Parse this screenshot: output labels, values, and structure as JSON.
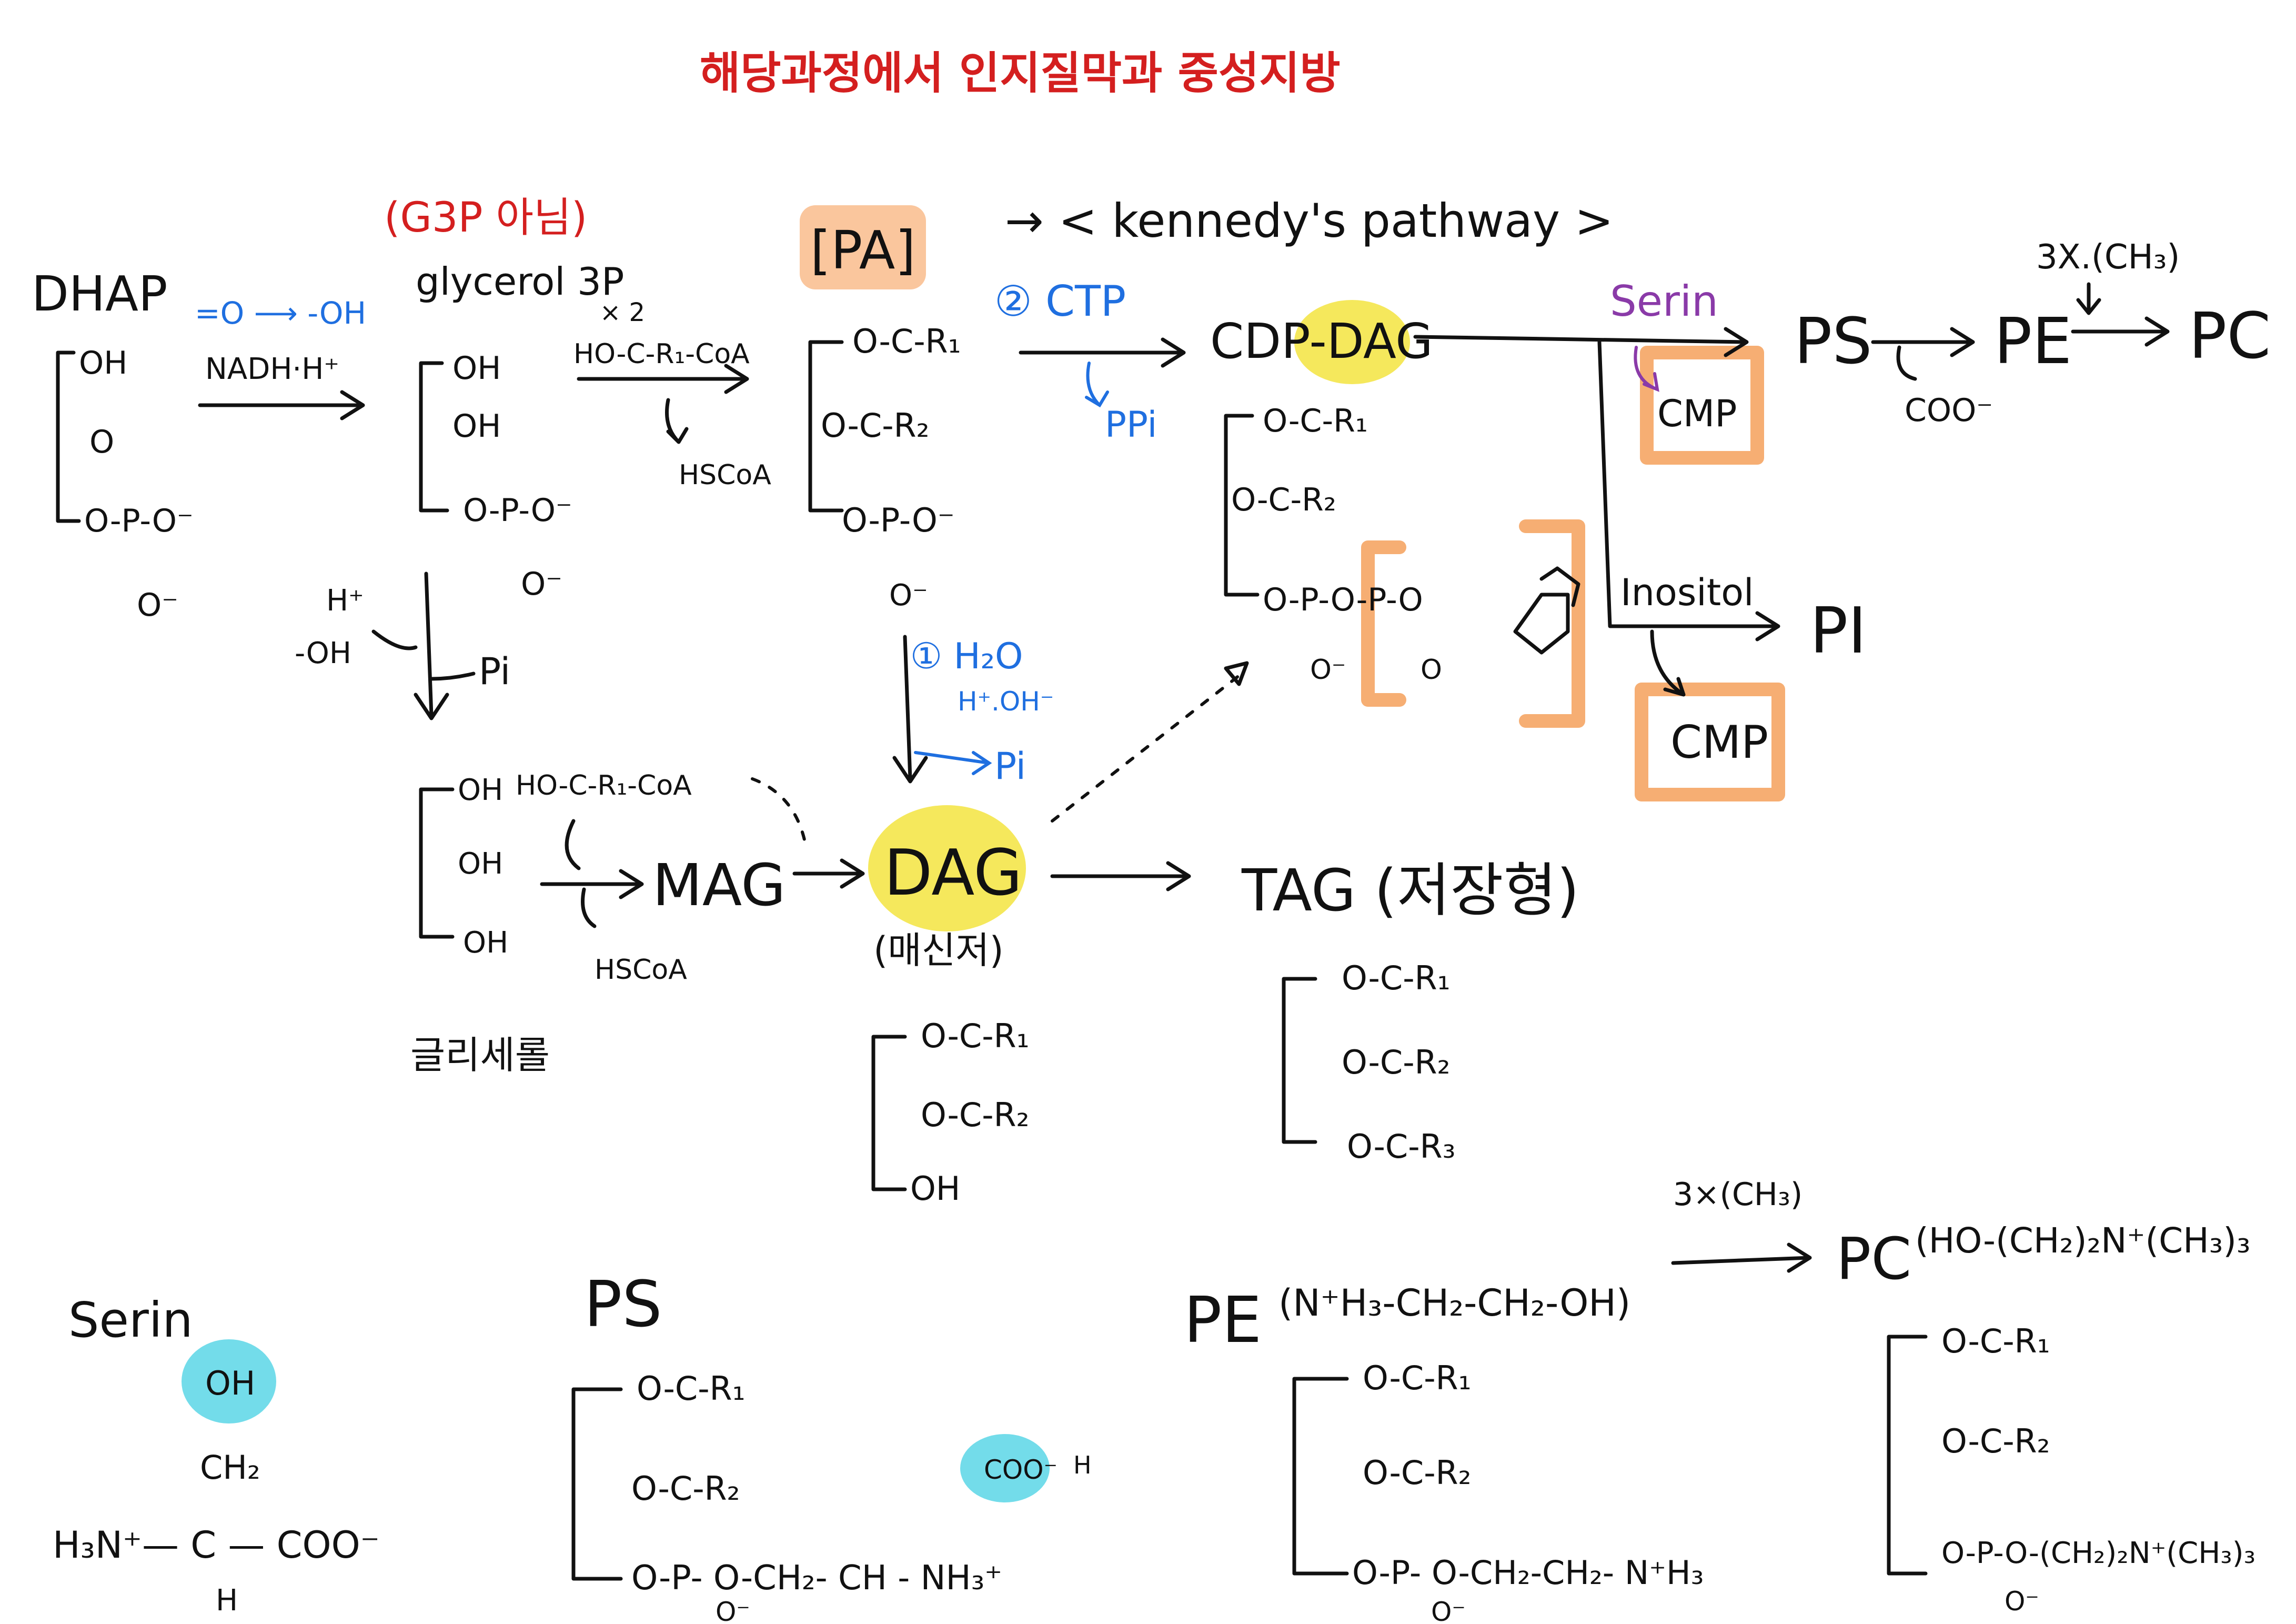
{
  "title": "해당과정에서 인지질막과 중성지방",
  "colors": {
    "title": "#d41f1f",
    "blue": "#1f6fe0",
    "purple": "#8a3aa8",
    "orange_highlight": "#f5a05a",
    "yellow_highlight": "#f4e64a",
    "cyan_highlight": "#5ad6e6"
  },
  "top": {
    "dhap": "DHAP",
    "dhap_oh": "OH",
    "dhap_o": "O",
    "dhap_p": "O-P-O⁻",
    "dhap_po": "O⁻",
    "step1_top": "=O ⟶ -OH",
    "step1_bottom": "NADH·H⁺",
    "g3p_note": "(G3P 아님)",
    "glycerol": "glycerol 3P",
    "g3p_oh1": "OH",
    "g3p_oh2": "OH",
    "g3p_p": "O-P-O⁻",
    "g3p_po": "O⁻",
    "acyl_top": "× 2",
    "acyl_reagent": "HO-C-R₁-CoA",
    "acyl_out": "HSCoA",
    "pa": "[PA]",
    "pa_r1": "O-C-R₁",
    "pa_r2": "O-C-R₂",
    "pa_p": "O-P-O⁻",
    "pa_po": "O⁻",
    "kennedy": "→ < kennedy's pathway >",
    "ctp": "② CTP",
    "ppi": "PPi",
    "cdp_dag": "CDP-DAG",
    "cdp_r1": "O-C-R₁",
    "cdp_r2": "O-C-R₂",
    "cdp_p": "O-P-O-P-O",
    "cdp_po1": "O⁻",
    "cdp_po2": "O",
    "serin_label": "Serin",
    "cmp1": "CMP",
    "ps": "PS",
    "coo": "COO⁻",
    "pe": "PE",
    "methyl": "3X.(CH₃)",
    "pc": "PC",
    "inositol": "Inositol",
    "pi": "PI",
    "cmp2": "CMP",
    "h_plus": "H⁺",
    "minus_oh": "-OH",
    "pi_left": "Pi",
    "h2o": "① H₂O",
    "h_oh": "H⁺.OH⁻",
    "pi_blue": "Pi"
  },
  "middle": {
    "mag_oh1": "OH",
    "mag_oh2": "OH",
    "mag_oh3": "OH",
    "mag_reagent": "HO-C-R₁-CoA",
    "hscoa": "HSCoA",
    "mag": "MAG",
    "glycerol_kr": "글리세롤",
    "dag": "DAG",
    "dag_note": "(매신저)",
    "dag_r1": "O-C-R₁",
    "dag_r2": "O-C-R₂",
    "dag_oh": "OH",
    "tag": "TAG (저장형)",
    "tag_r1": "O-C-R₁",
    "tag_r2": "O-C-R₂",
    "tag_r3": "O-C-R₃"
  },
  "bottom": {
    "serin": "Serin",
    "serin_oh": "OH",
    "serin_ch2": "CH₂",
    "serin_main": "H₃N⁺— C — COO⁻",
    "serin_h": "H",
    "ps": "PS",
    "ps_r1": "O-C-R₁",
    "ps_r2": "O-C-R₂",
    "ps_chain": "O-P- O-CH₂- CH - NH₃⁺",
    "ps_coo": "COO⁻",
    "ps_h": "H",
    "ps_po": "O⁻",
    "pe": "PE",
    "pe_formula": "(N⁺H₃-CH₂-CH₂-OH)",
    "pe_r1": "O-C-R₁",
    "pe_r2": "O-C-R₂",
    "pe_chain": "O-P- O-CH₂-CH₂- N⁺H₃",
    "pe_po": "O⁻",
    "methyl": "3×(CH₃)",
    "pc": "PC",
    "pc_formula": "(HO-(CH₂)₂N⁺(CH₃)₃",
    "pc_r1": "O-C-R₁",
    "pc_r2": "O-C-R₂",
    "pc_chain": "O-P-O-(CH₂)₂N⁺(CH₃)₃",
    "pc_po": "O⁻"
  }
}
